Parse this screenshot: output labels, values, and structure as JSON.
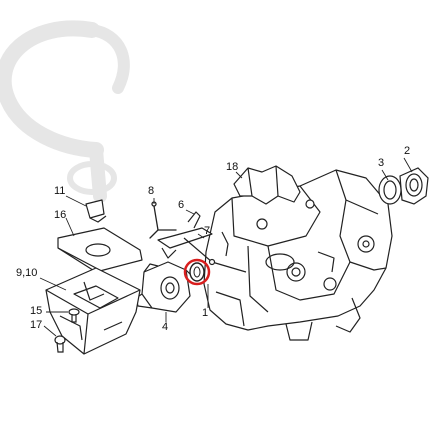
{
  "diagram": {
    "callouts": [
      {
        "id": "c1",
        "text": "1"
      },
      {
        "id": "c2",
        "text": "2"
      },
      {
        "id": "c3",
        "text": "3"
      },
      {
        "id": "c4",
        "text": "4"
      },
      {
        "id": "c6",
        "text": "6"
      },
      {
        "id": "c7",
        "text": "7"
      },
      {
        "id": "c8",
        "text": "8"
      },
      {
        "id": "c9",
        "text": "9,10"
      },
      {
        "id": "c11",
        "text": "11"
      },
      {
        "id": "c15",
        "text": "15"
      },
      {
        "id": "c16",
        "text": "16"
      },
      {
        "id": "c17",
        "text": "17"
      },
      {
        "id": "c18",
        "text": "18"
      }
    ],
    "highlight": {
      "part": "1",
      "color": "#d81e1e"
    },
    "line_color": "#222222",
    "inset_color": "#e6e6e6"
  }
}
